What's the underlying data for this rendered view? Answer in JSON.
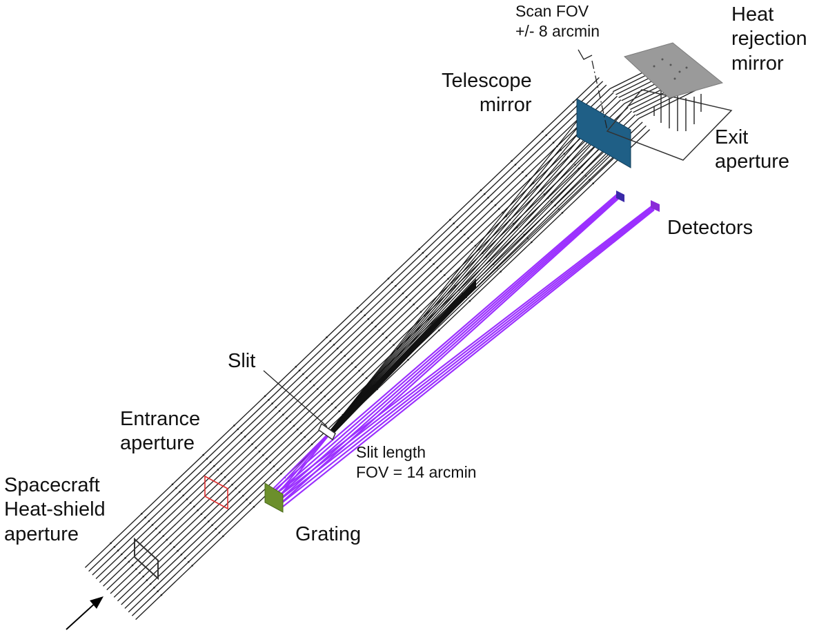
{
  "diagram": {
    "title": "Spectrometer optical layout",
    "labels": {
      "scan_fov": "Scan FOV\n+/- 8 arcmin",
      "heat_rejection_mirror": "Heat\nrejection\nmirror",
      "telescope_mirror": "Telescope\nmirror",
      "exit_aperture": "Exit\naperture",
      "detectors": "Detectors",
      "slit": "Slit",
      "entrance_aperture": "Entrance\naperture",
      "slit_length_fov": "Slit length\nFOV = 14 arcmin",
      "spacecraft_heat_shield_aperture": "Spacecraft\nHeat-shield\naperture",
      "grating": "Grating"
    },
    "colors": {
      "rays": "#222222",
      "diffracted_rays": "#9b30ff",
      "telescope_mirror": "#1f5f86",
      "heat_rejection_mirror": "#9a9a9a",
      "grating": "#6c8f2c",
      "detector_1": "#3a2aa8",
      "detector_2": "#8a2bd8",
      "entrance_aperture": "#e03030",
      "outline": "#333333"
    }
  }
}
